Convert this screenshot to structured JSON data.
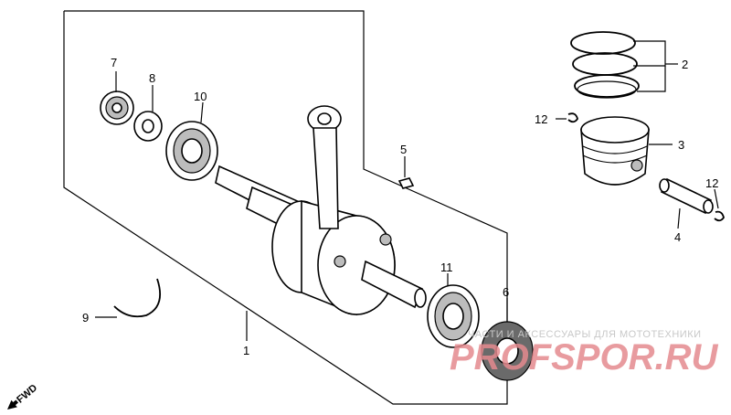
{
  "labels": {
    "l1": "1",
    "l2": "2",
    "l3": "3",
    "l4": "4",
    "l5": "5",
    "l6": "6",
    "l7": "7",
    "l8": "8",
    "l9": "9",
    "l10": "10",
    "l11": "11",
    "l12a": "12",
    "l12b": "12"
  },
  "direction": {
    "text": "FWD"
  },
  "watermark": {
    "tagline": "ЧАСТИ И АКСЕССУАРЫ ДЛЯ МОТОТЕХНИКИ",
    "logo": "PROFSPOR.RU"
  }
}
